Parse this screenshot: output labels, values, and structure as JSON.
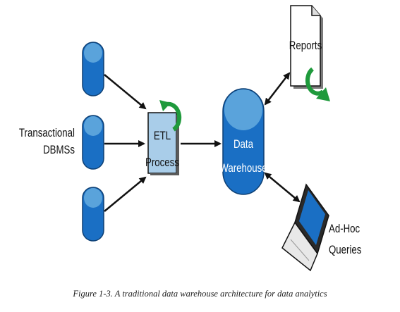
{
  "diagram": {
    "sources_label_line1": "Transactional",
    "sources_label_line2": "DBMSs",
    "etl_label_line1": "ETL",
    "etl_label_line2": "Process",
    "warehouse_label_line1": "Data",
    "warehouse_label_line2": "Warehouse",
    "reports_label": "Reports",
    "adhoc_label_line1": "Ad-Hoc",
    "adhoc_label_line2": "Queries"
  },
  "caption": "Figure 1-3. A traditional data warehouse architecture for data analytics",
  "colors": {
    "db_blue": "#1a6fc4",
    "db_top_blue": "#5aa3db",
    "etl_fill": "#a9cde9",
    "cycle_green": "#1f9a3c",
    "arrow": "#111111"
  }
}
